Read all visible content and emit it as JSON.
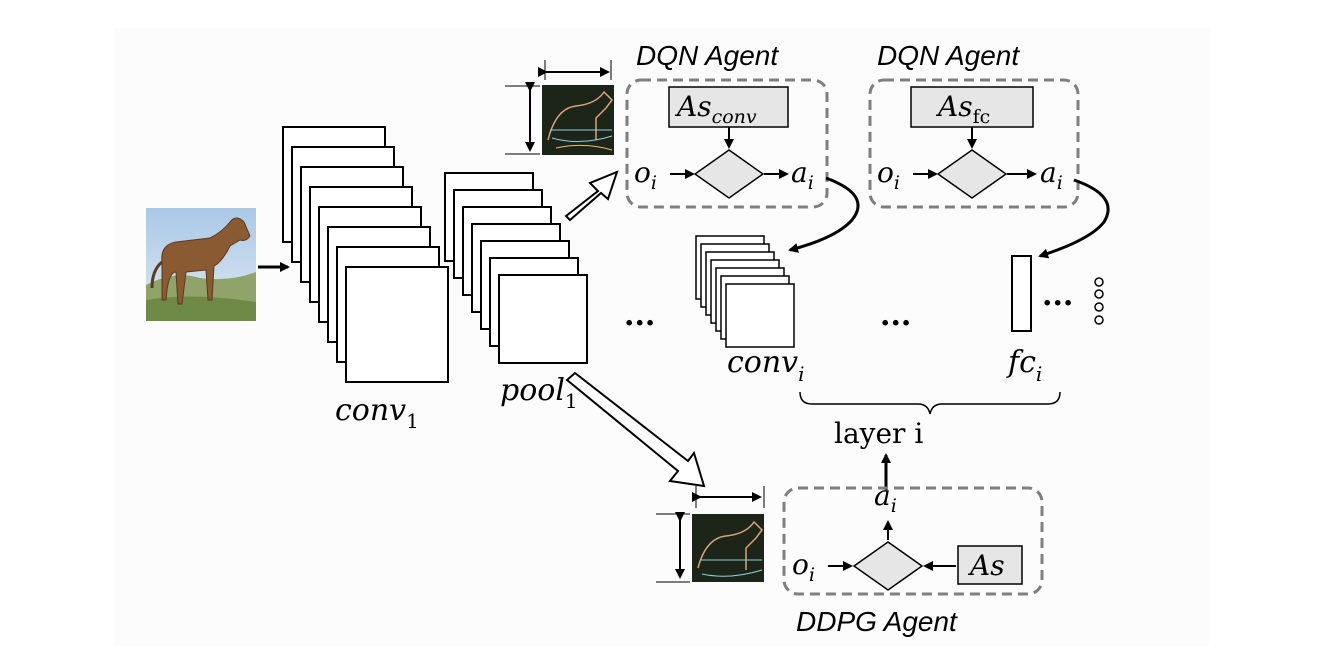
{
  "labels": {
    "conv1": {
      "base": "conv",
      "sub": "1"
    },
    "pool1": {
      "base": "pool",
      "sub": "1"
    },
    "convi": {
      "base": "conv",
      "sub": "i"
    },
    "fci": {
      "base": "fc",
      "sub": "i"
    },
    "ellipsis": "...",
    "layer_i": "layer i"
  },
  "agents": [
    {
      "id": "dqn-conv",
      "title": "DQN Agent",
      "action_space": {
        "base": "As",
        "sub": "conv"
      },
      "input": {
        "base": "o",
        "sub": "i"
      },
      "output": {
        "base": "a",
        "sub": "i"
      }
    },
    {
      "id": "dqn-fc",
      "title": "DQN Agent",
      "action_space": {
        "base": "As",
        "sub": "fc"
      },
      "input": {
        "base": "o",
        "sub": "i"
      },
      "output": {
        "base": "a",
        "sub": "i"
      }
    },
    {
      "id": "ddpg",
      "title": "DDPG Agent",
      "action_space": {
        "base": "As",
        "sub": ""
      },
      "input": {
        "base": "o",
        "sub": "i"
      },
      "output": {
        "base": "a",
        "sub": "i"
      }
    }
  ],
  "images": {
    "input_photo": "horse-photo",
    "feature_map": "horse-edge-map"
  },
  "colors": {
    "dashed_border": "#7f7f7f",
    "box_fill": "#e6e6e6",
    "diamond_fill": "#e6e6e6",
    "edge_map_bg": "#1d2418"
  }
}
